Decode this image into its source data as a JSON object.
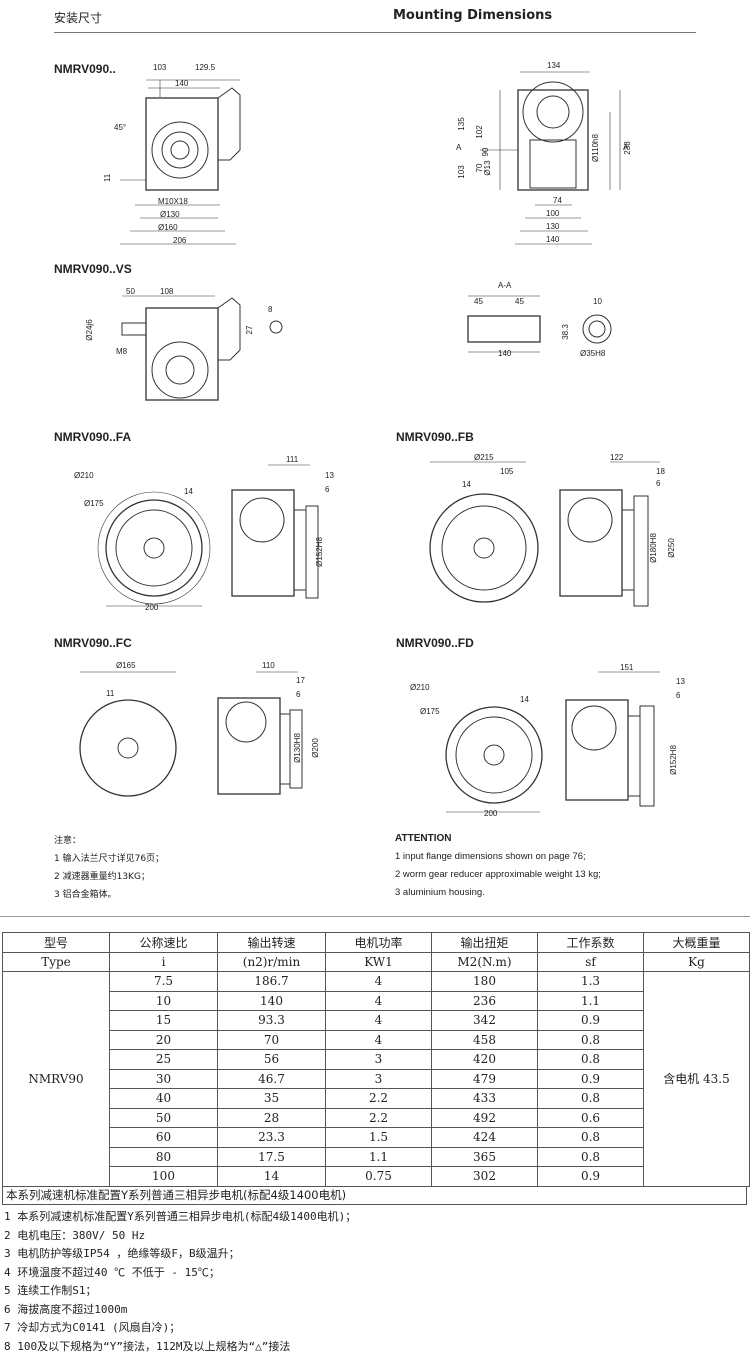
{
  "header": {
    "title_cn": "安装尺寸",
    "title_en": "Mounting Dimensions"
  },
  "models": {
    "base": "NMRV090..",
    "vs": "NMRV090..VS",
    "fa": "NMRV090..FA",
    "fb": "NMRV090..FB",
    "fc": "NMRV090..FC",
    "fd": "NMRV090..FD"
  },
  "dims": {
    "base": [
      "103",
      "129.5",
      "140",
      "45°",
      "11",
      "M10X18",
      "Ø130",
      "Ø160",
      "206",
      "134",
      "135",
      "102",
      "90",
      "70",
      "103",
      "Ø110h8",
      "238",
      "Ø13",
      "74",
      "100",
      "130",
      "140",
      "A",
      "A"
    ],
    "vs": [
      "50",
      "108",
      "Ø24j6",
      "M8",
      "8",
      "27",
      "A-A",
      "45",
      "45",
      "140",
      "10",
      "38.3",
      "Ø35H8"
    ],
    "fa": [
      "Ø210",
      "Ø175",
      "14",
      "200",
      "111",
      "13",
      "6",
      "Ø152H8"
    ],
    "fb": [
      "Ø215",
      "105",
      "14",
      "122",
      "18",
      "6",
      "Ø180H8",
      "Ø250"
    ],
    "fc": [
      "Ø165",
      "11",
      "110",
      "17",
      "6",
      "Ø130H8",
      "Ø200"
    ],
    "fd": [
      "Ø210",
      "Ø175",
      "14",
      "200",
      "151",
      "13",
      "6",
      "Ø152H8"
    ]
  },
  "notes_cn": {
    "title": "注意：",
    "items": [
      "1 输入法兰尺寸详见76页；",
      "2 减速器重量约13KG；",
      "3 铝合金箱体。"
    ]
  },
  "notes_en": {
    "title": "ATTENTION",
    "items": [
      "1  input flange dimensions shown on page 76;",
      "2  worm gear reducer approximable weight 13 kg;",
      "3  aluminium housing."
    ]
  },
  "table": {
    "headers_cn": [
      "型号",
      "公称速比",
      "输出转速",
      "电机功率",
      "输出扭矩",
      "工作系数",
      "大概重量"
    ],
    "headers_en": [
      "Type",
      "i",
      "(n2)r/min",
      "KW1",
      "M2(N.m)",
      "sf",
      "Kg"
    ],
    "type": "NMRV90",
    "weight": "含电机 43.5",
    "rows": [
      [
        "7.5",
        "186.7",
        "4",
        "180",
        "1.3"
      ],
      [
        "10",
        "140",
        "4",
        "236",
        "1.1"
      ],
      [
        "15",
        "93.3",
        "4",
        "342",
        "0.9"
      ],
      [
        "20",
        "70",
        "4",
        "458",
        "0.8"
      ],
      [
        "25",
        "56",
        "3",
        "420",
        "0.8"
      ],
      [
        "30",
        "46.7",
        "3",
        "479",
        "0.9"
      ],
      [
        "40",
        "35",
        "2.2",
        "433",
        "0.8"
      ],
      [
        "50",
        "28",
        "2.2",
        "492",
        "0.6"
      ],
      [
        "60",
        "23.3",
        "1.5",
        "424",
        "0.8"
      ],
      [
        "80",
        "17.5",
        "1.1",
        "365",
        "0.8"
      ],
      [
        "100",
        "14",
        "0.75",
        "302",
        "0.9"
      ]
    ],
    "footnote": "本系列减速机标准配置Y系列普通三相异步电机(标配4级1400电机)"
  },
  "spec_notes": [
    "1 本系列减速机标准配置Y系列普通三相异步电机(标配4级1400电机)；",
    "2 电机电压：380V/ 50 Hz",
    "3 电机防护等级IP54 ，绝缘等级F，B级温升；",
    "4 环境温度不超过40 ℃ 不低于 - 15℃；",
    "5 连续工作制S1；",
    "6 海拔高度不超过1000m",
    "7 冷却方式为C0141 (风扇自冷)；",
    "8 100及以下规格为“Y”接法，112M及以上规格为“△”接法"
  ]
}
